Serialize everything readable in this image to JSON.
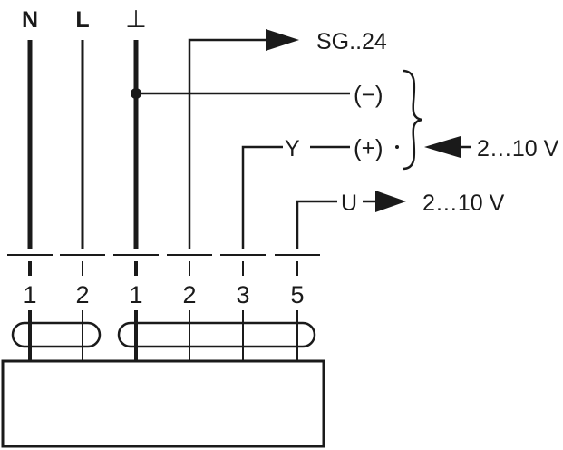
{
  "top_labels": {
    "n": "N",
    "l": "L",
    "ground": "⊥"
  },
  "outputs": {
    "sg": "SG..24",
    "minus": "(−)",
    "plus": "(+)",
    "y": "Y",
    "u": "U",
    "input_voltage": "2…10 V",
    "output_voltage": "2…10 V"
  },
  "terminals": [
    "1",
    "2",
    "1",
    "2",
    "3",
    "5"
  ],
  "colors": {
    "line": "#1a1a1a",
    "background": "#ffffff"
  }
}
